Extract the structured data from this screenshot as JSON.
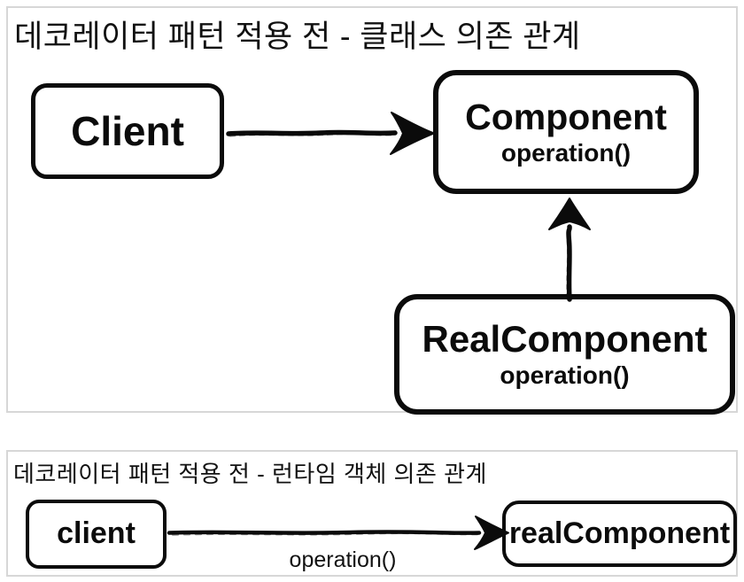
{
  "colors": {
    "ink": "#0b0b0b",
    "panel_border": "#d7d7d7",
    "bg": "#ffffff"
  },
  "panel1": {
    "title": "데코레이터 패턴 적용 전 - 클래스 의존 관계",
    "client": {
      "label": "Client"
    },
    "component": {
      "label": "Component",
      "method": "operation()"
    },
    "real_component": {
      "label": "RealComponent",
      "method": "operation()"
    }
  },
  "panel2": {
    "title": "데코레이터 패턴 적용 전 - 런타임 객체 의존 관계",
    "client": {
      "label": "client"
    },
    "real_component": {
      "label": "realComponent"
    },
    "arrow_label": "operation()"
  }
}
